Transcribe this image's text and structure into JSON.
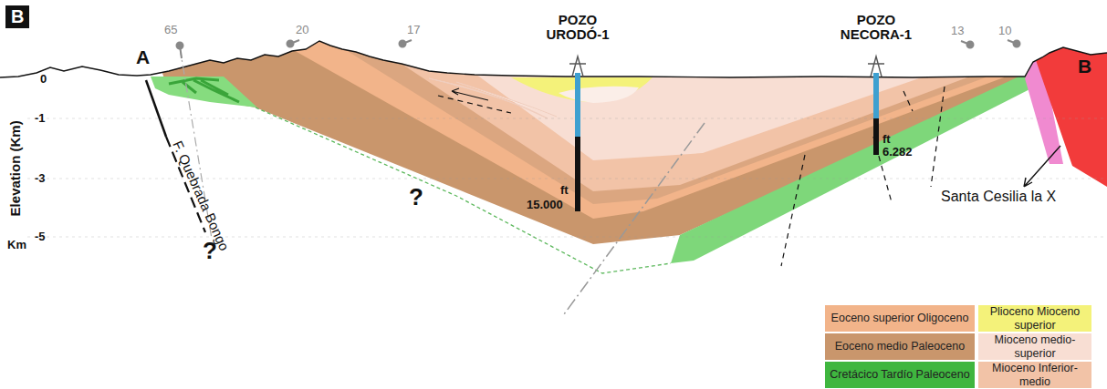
{
  "diagram": {
    "labels": [
      "B",
      "A",
      "65",
      "20",
      "17",
      "POZO URODÓ-1",
      "POZO NECORA-1",
      "13",
      "10",
      "B",
      "0",
      "-1",
      "-3",
      "-5",
      "Elevation (Km)",
      "Km",
      "F. Quebrada Bongo",
      "?",
      "?",
      "ft",
      "15.000",
      "ft",
      "6.282",
      "Santa Cesilia la X"
    ],
    "legend": [
      {
        "text": "Eoceno superior Oligoceno",
        "color": "#f2b48a"
      },
      {
        "text": "Plioceno Mioceno superior",
        "color": "#f4f27a"
      },
      {
        "text": "Eoceno medio Paleoceno",
        "color": "#c9966c"
      },
      {
        "text": "Mioceno medio-superior",
        "color": "#f8ded3"
      },
      {
        "text": "Cretácico Tardío Paleoceno",
        "color": "#3fb63f"
      },
      {
        "text": "Mioceno Inferior-medio",
        "color": "#f2c3a7"
      }
    ]
  }
}
